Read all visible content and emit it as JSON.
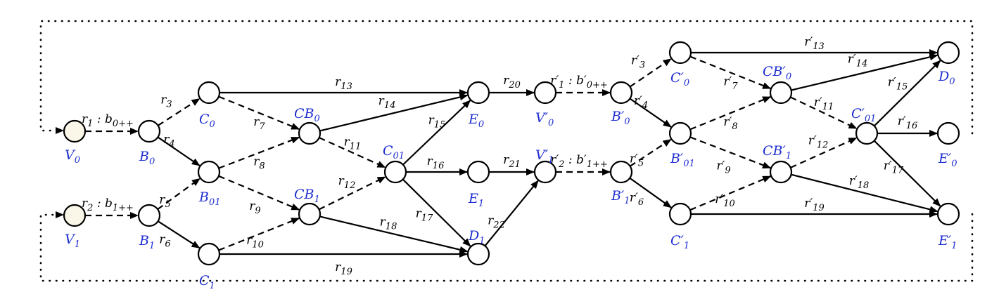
{
  "colors": {
    "node_label": "#1f2fd0",
    "start_fill": "#fbf7e8",
    "stroke": "#000000"
  },
  "nodes": [
    {
      "id": "V0",
      "label": "V0",
      "start": true
    },
    {
      "id": "V1",
      "label": "V1",
      "start": true
    },
    {
      "id": "B0",
      "label": "B0"
    },
    {
      "id": "B1",
      "label": "B1"
    },
    {
      "id": "C0",
      "label": "C0"
    },
    {
      "id": "B01",
      "label": "B01"
    },
    {
      "id": "C1",
      "label": "C1"
    },
    {
      "id": "CB0",
      "label": "CB0"
    },
    {
      "id": "CB1",
      "label": "CB1"
    },
    {
      "id": "C01",
      "label": "C01"
    },
    {
      "id": "E0",
      "label": "E0"
    },
    {
      "id": "E1",
      "label": "E1"
    },
    {
      "id": "D1",
      "label": "D1"
    },
    {
      "id": "V0p",
      "label": "V′0"
    },
    {
      "id": "V1p",
      "label": "V′1"
    },
    {
      "id": "B0p",
      "label": "B′0"
    },
    {
      "id": "B1p",
      "label": "B′1"
    },
    {
      "id": "C0p",
      "label": "C′0"
    },
    {
      "id": "B01p",
      "label": "B′01"
    },
    {
      "id": "C1p",
      "label": "C′1"
    },
    {
      "id": "CB0p",
      "label": "CB′0"
    },
    {
      "id": "CB1p",
      "label": "CB′1"
    },
    {
      "id": "C01p",
      "label": "C′01"
    },
    {
      "id": "D0",
      "label": "D0"
    },
    {
      "id": "E0p",
      "label": "E′0"
    },
    {
      "id": "E1p",
      "label": "E′1"
    }
  ],
  "edges": [
    {
      "from": "V0",
      "to": "B0",
      "label": "r1 : b0++",
      "dashed": true
    },
    {
      "from": "V1",
      "to": "B1",
      "label": "r2 : b1++",
      "dashed": true
    },
    {
      "from": "B0",
      "to": "C0",
      "label": "r3",
      "dashed": true
    },
    {
      "from": "B0",
      "to": "B01",
      "label": "r4",
      "dashed": false
    },
    {
      "from": "B1",
      "to": "B01",
      "label": "r5",
      "dashed": true
    },
    {
      "from": "B1",
      "to": "C1",
      "label": "r6",
      "dashed": false
    },
    {
      "from": "C0",
      "to": "CB0",
      "label": "r7",
      "dashed": true
    },
    {
      "from": "B01",
      "to": "CB0",
      "label": "r8",
      "dashed": true
    },
    {
      "from": "B01",
      "to": "CB1",
      "label": "r9",
      "dashed": true
    },
    {
      "from": "C1",
      "to": "CB1",
      "label": "r10",
      "dashed": true
    },
    {
      "from": "CB0",
      "to": "C01",
      "label": "r11",
      "dashed": true
    },
    {
      "from": "CB1",
      "to": "C01",
      "label": "r12",
      "dashed": true
    },
    {
      "from": "C0",
      "to": "E0",
      "label": "r13",
      "dashed": false
    },
    {
      "from": "CB0",
      "to": "E0",
      "label": "r14",
      "dashed": false
    },
    {
      "from": "C01",
      "to": "E0",
      "label": "r15",
      "dashed": false
    },
    {
      "from": "C01",
      "to": "E1",
      "label": "r16",
      "dashed": false
    },
    {
      "from": "C01",
      "to": "D1",
      "label": "r17",
      "dashed": false
    },
    {
      "from": "CB1",
      "to": "D1",
      "label": "r18",
      "dashed": false
    },
    {
      "from": "C1",
      "to": "D1",
      "label": "r19",
      "dashed": false
    },
    {
      "from": "E0",
      "to": "V0p",
      "label": "r20",
      "dashed": false
    },
    {
      "from": "E1",
      "to": "V1p",
      "label": "r21",
      "dashed": false
    },
    {
      "from": "D1",
      "to": "V1p",
      "label": "r22",
      "dashed": false
    },
    {
      "from": "V0p",
      "to": "B0p",
      "label": "r′1 : b′0++",
      "dashed": true
    },
    {
      "from": "V1p",
      "to": "B1p",
      "label": "r′2 : b′1++",
      "dashed": true
    },
    {
      "from": "B0p",
      "to": "C0p",
      "label": "r′3",
      "dashed": true
    },
    {
      "from": "B0p",
      "to": "B01p",
      "label": "r′4",
      "dashed": false
    },
    {
      "from": "B1p",
      "to": "B01p",
      "label": "r′5",
      "dashed": true
    },
    {
      "from": "B1p",
      "to": "C1p",
      "label": "r′6",
      "dashed": false
    },
    {
      "from": "C0p",
      "to": "CB0p",
      "label": "r′7",
      "dashed": true
    },
    {
      "from": "B01p",
      "to": "CB0p",
      "label": "r′8",
      "dashed": true
    },
    {
      "from": "B01p",
      "to": "CB1p",
      "label": "r′9",
      "dashed": true
    },
    {
      "from": "C1p",
      "to": "CB1p",
      "label": "r′10",
      "dashed": true
    },
    {
      "from": "CB0p",
      "to": "C01p",
      "label": "r′11",
      "dashed": true
    },
    {
      "from": "CB1p",
      "to": "C01p",
      "label": "r′12",
      "dashed": true
    },
    {
      "from": "C0p",
      "to": "D0",
      "label": "r′13",
      "dashed": false
    },
    {
      "from": "CB0p",
      "to": "D0",
      "label": "r′14",
      "dashed": false
    },
    {
      "from": "C01p",
      "to": "D0",
      "label": "r′15",
      "dashed": false
    },
    {
      "from": "C01p",
      "to": "E0p",
      "label": "r′16",
      "dashed": false
    },
    {
      "from": "C01p",
      "to": "E1p",
      "label": "r′17",
      "dashed": false
    },
    {
      "from": "CB1p",
      "to": "E1p",
      "label": "r′18",
      "dashed": false
    },
    {
      "from": "C1p",
      "to": "E1p",
      "label": "r′19",
      "dashed": false
    }
  ]
}
